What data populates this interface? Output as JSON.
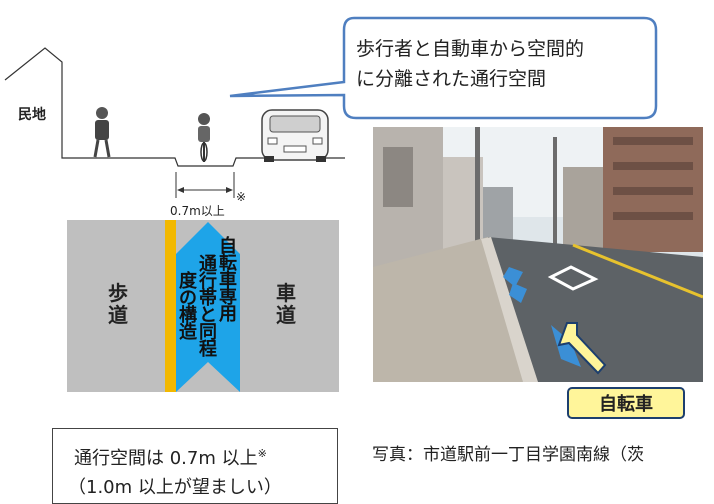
{
  "callout": {
    "line1": "歩行者と自動車から空間的",
    "line2": "に分離された通行空間"
  },
  "cross_section": {
    "private_land_label": "民地",
    "width_label": "0.7m以上",
    "note_mark": "※"
  },
  "plan_view": {
    "sidewalk_label": "歩道",
    "roadway_label": "車道",
    "lane_text_columns": [
      "自転車専用",
      "通行帯と同程",
      "度の構造"
    ]
  },
  "photo": {
    "bicycle_label": "自転車"
  },
  "note_box": {
    "line1": "通行空間は 0.7m 以上",
    "line1_mark": "※",
    "line2": "（1.0m 以上が望ましい）"
  },
  "caption": "写真：市道駅前一丁目学園南線（茨"
}
